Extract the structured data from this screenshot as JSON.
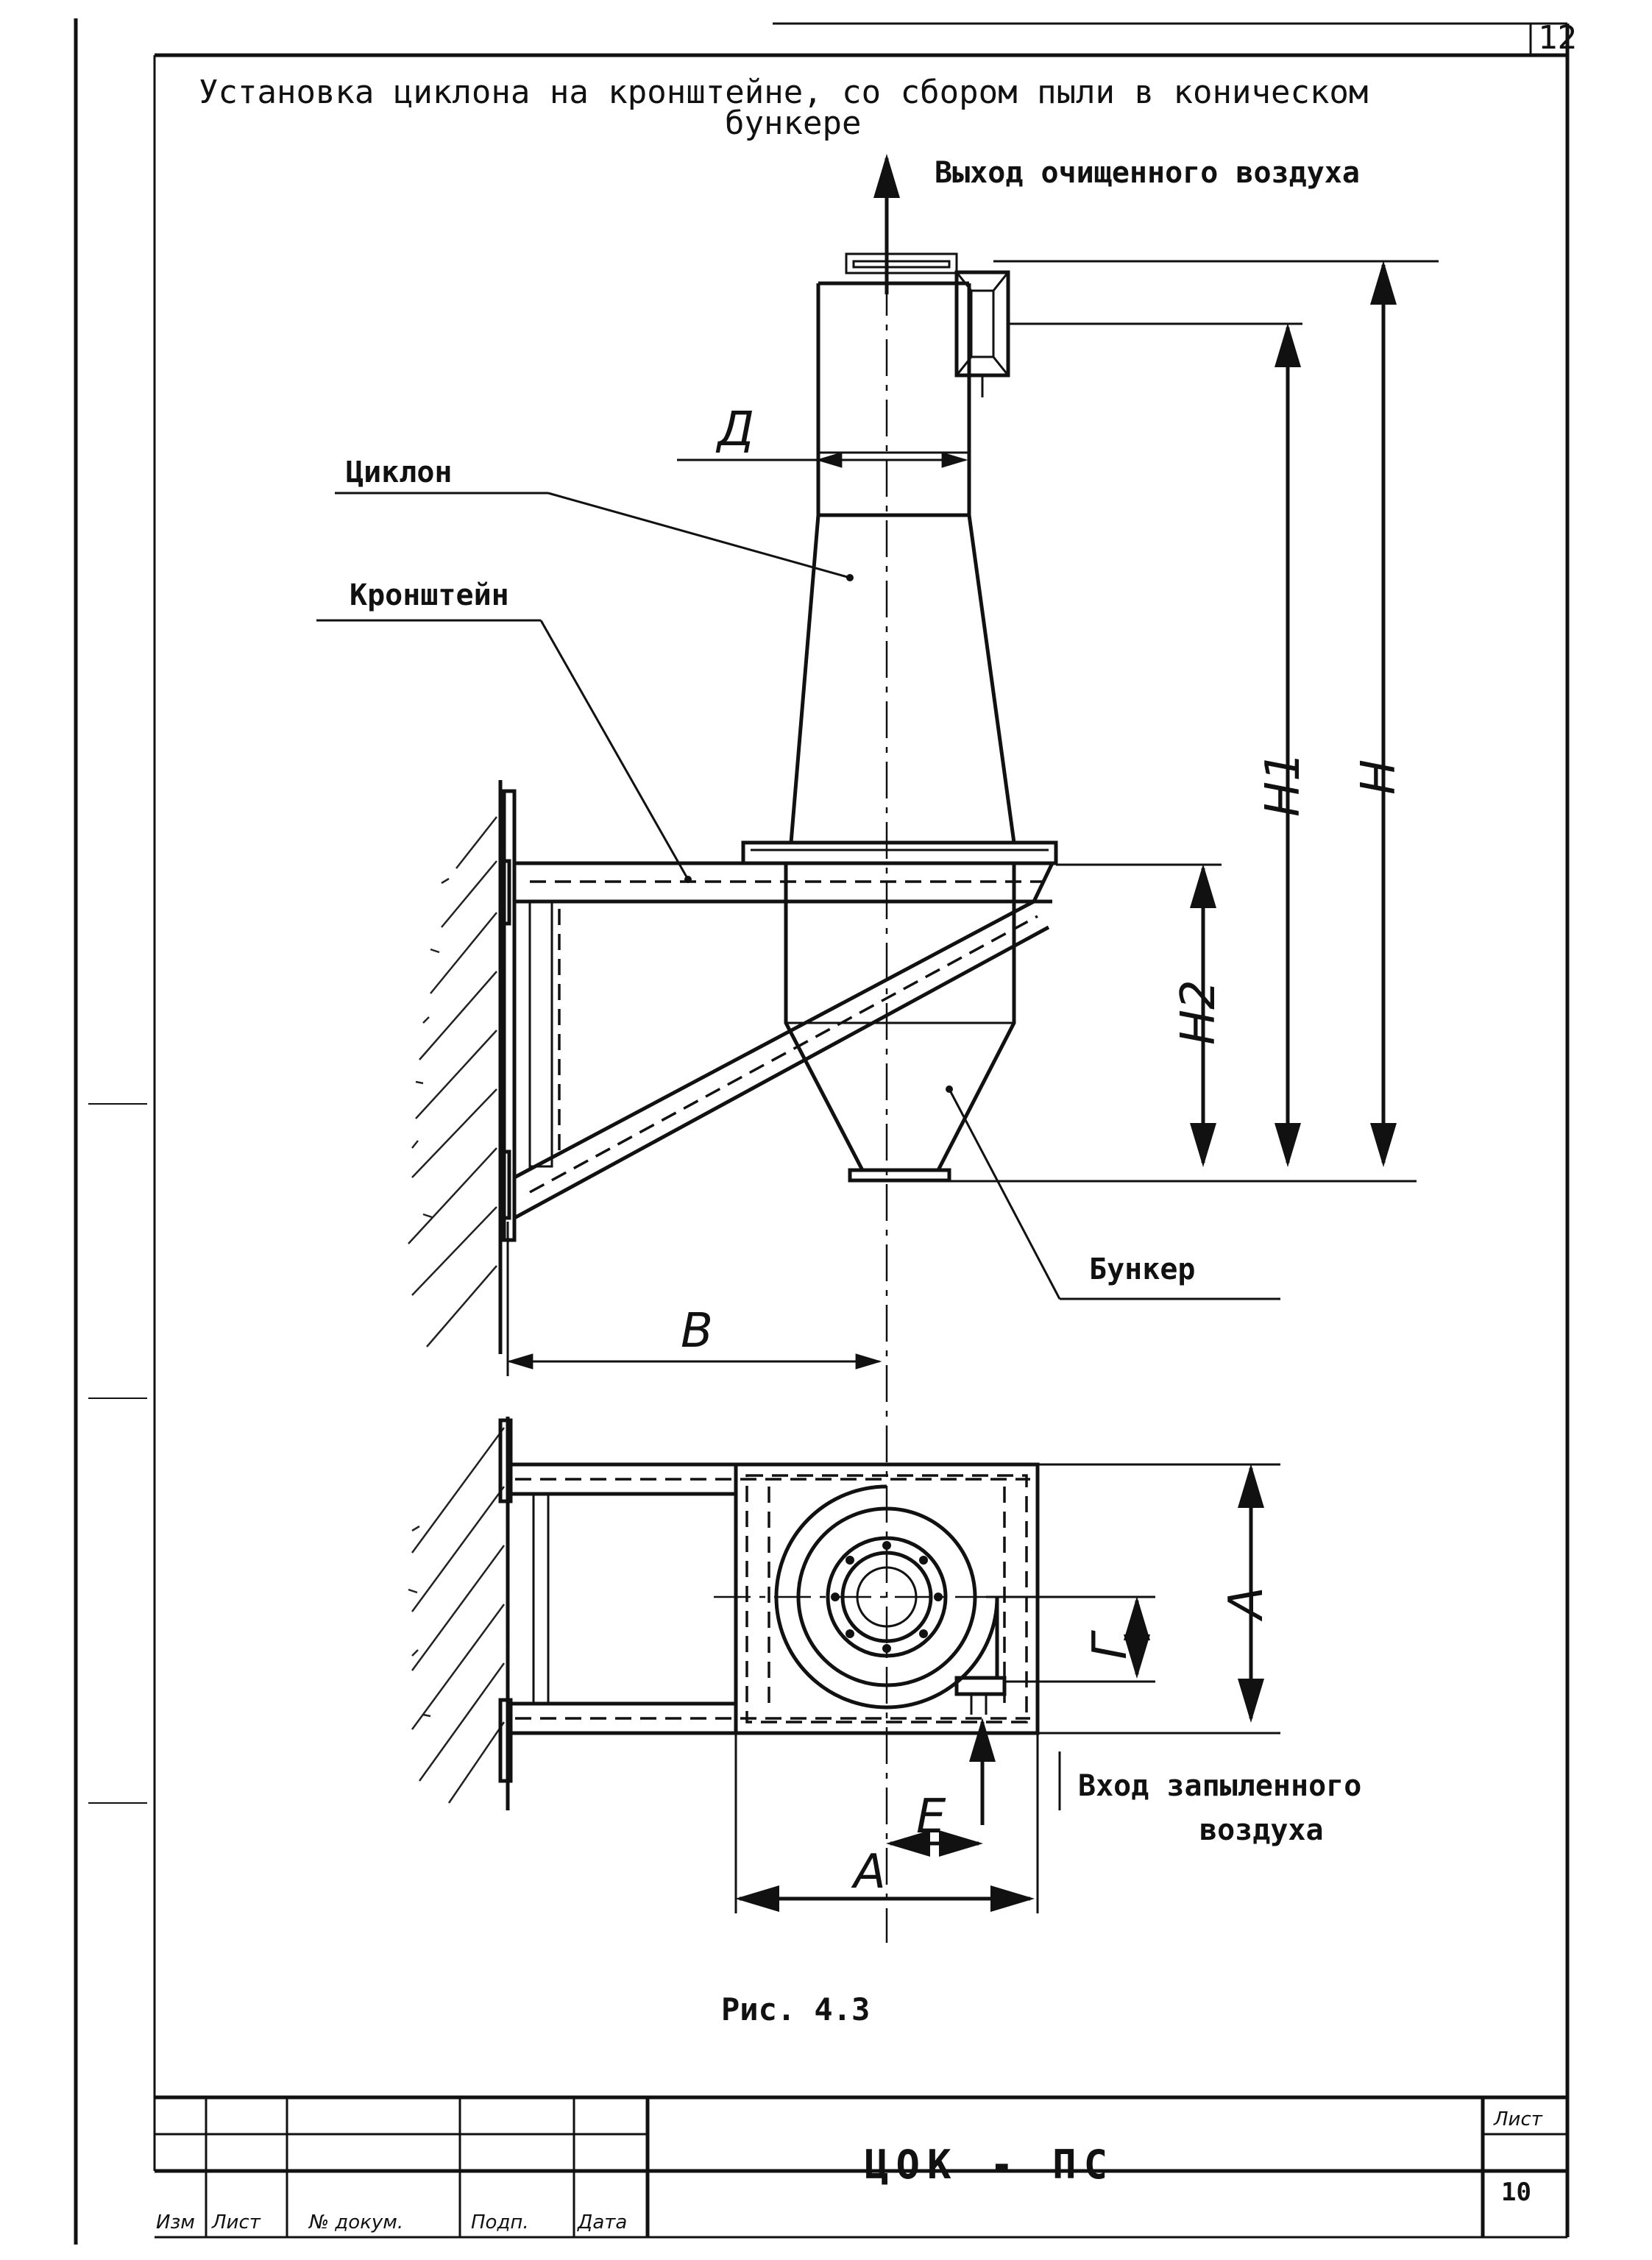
{
  "page_number": "12",
  "title": {
    "line1": "Установка циклона на кронштейне, со сбором пыли в коническом",
    "line2": "бункере"
  },
  "labels": {
    "outlet": "Выход очищенного воздуха",
    "cyclone": "Циклон",
    "bracket": "Кронштейн",
    "hopper": "Бункер",
    "inlet_line1": "Вход запыленного",
    "inlet_line2": "воздуха"
  },
  "dimensions": {
    "D": "Д",
    "H": "H",
    "H1": "H1",
    "H2": "H2",
    "B": "B",
    "A_vertical": "A",
    "A_horizontal": "A",
    "G": "Г",
    "E": "E"
  },
  "caption": "Рис. 4.3",
  "stamp": {
    "doc_code": "ЦОК - ПС",
    "headers": [
      "Изм",
      "Лист",
      "№ докум.",
      "Подп.",
      "Дата"
    ],
    "sheet_label": "Лист",
    "sheet_number": "10"
  }
}
